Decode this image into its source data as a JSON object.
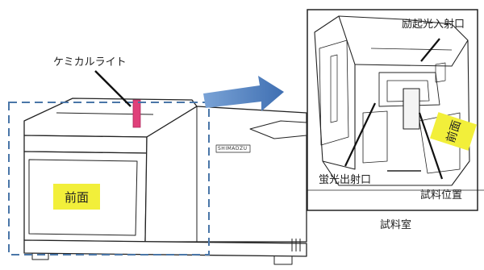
{
  "labels": {
    "chemiluminescence": "ケミカルライト",
    "front_main": "前面",
    "front_detail": "前面",
    "excitation_entrance": "励起光入射口",
    "emission_exit": "蛍光出射口",
    "sample_position": "試料位置",
    "sample_chamber": "試料室",
    "brand": "SHIMADZU"
  },
  "colors": {
    "highlight": "#f2ef3a",
    "dashed_frame": "#4a76a8",
    "arrow": "#4c7fbf",
    "light_stick": "#e0407a",
    "line": "#222222"
  },
  "icons": {
    "transition_arrow": "right-arrow-icon"
  }
}
